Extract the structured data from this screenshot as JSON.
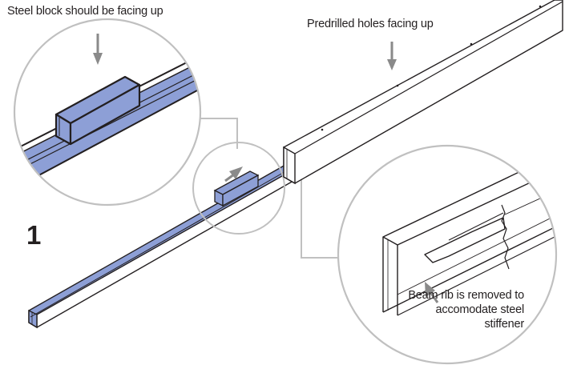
{
  "labels": {
    "steel_block": "Steel block should be facing up",
    "predrilled_holes": "Predrilled holes facing up",
    "beam_rib": "Beam rib is removed to accomodate steel stiffener",
    "step_number": "1"
  },
  "colors": {
    "steel_stiffener_fill": "#8d9fd6",
    "outline": "#231f20",
    "callout_circle": "#c0c0c0",
    "arrow": "#8a8a8a",
    "beam_fill": "#ffffff"
  },
  "icons": [
    "down-arrow-icon",
    "right-arrow-icon",
    "up-left-arrow-icon"
  ]
}
